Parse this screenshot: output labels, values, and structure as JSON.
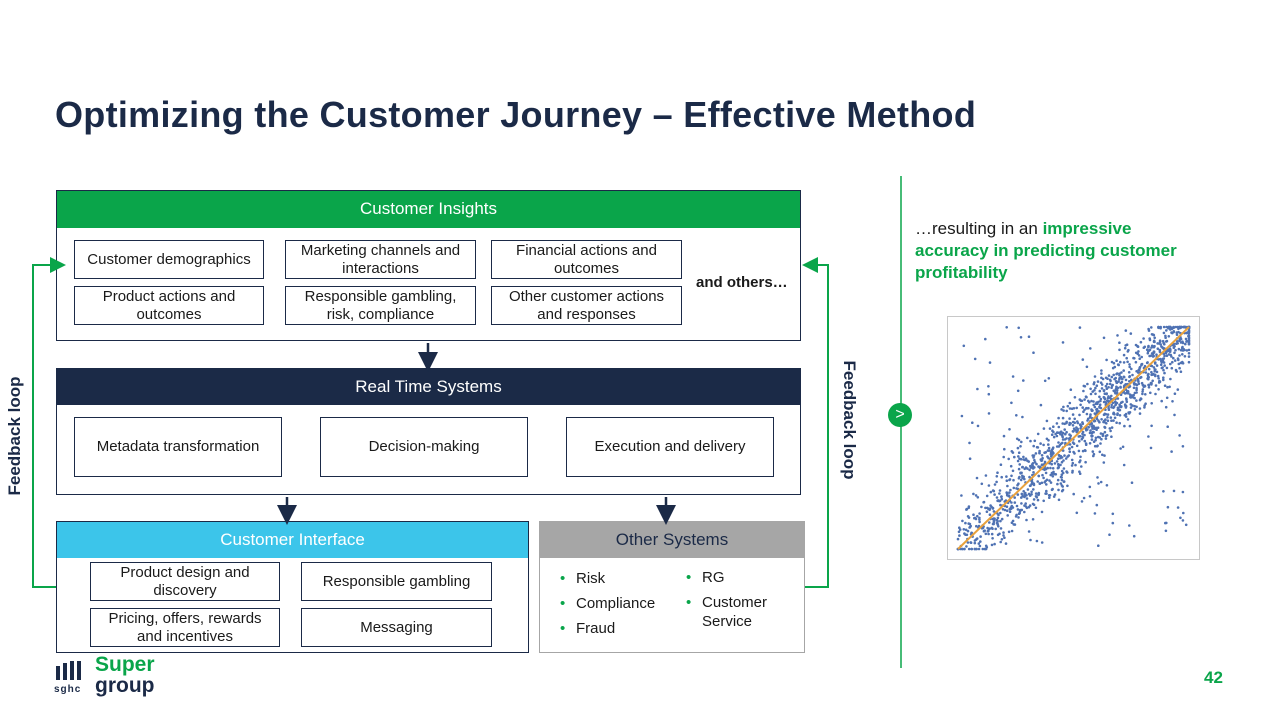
{
  "title": "Optimizing the Customer Journey – Effective Method",
  "insights": {
    "header": "Customer Insights",
    "items": [
      "Customer demographics",
      "Marketing channels and interactions",
      "Financial actions and outcomes",
      "Product actions and outcomes",
      "Responsible gambling, risk, compliance",
      "Other customer actions and responses"
    ],
    "others": "and others…"
  },
  "realtime": {
    "header": "Real Time Systems",
    "items": [
      "Metadata transformation",
      "Decision-making",
      "Execution and delivery"
    ]
  },
  "interface": {
    "header": "Customer Interface",
    "items": [
      "Product design and discovery",
      "Responsible gambling",
      "Pricing, offers, rewards and incentives",
      "Messaging"
    ]
  },
  "other_systems": {
    "header": "Other Systems",
    "col1": [
      "Risk",
      "Compliance",
      "Fraud"
    ],
    "col2": [
      "RG",
      "Customer Service"
    ]
  },
  "feedback_label": "Feedback loop",
  "result": {
    "prefix": "…resulting in an ",
    "highlight": "impressive accuracy in predicting customer profitability"
  },
  "chevron": ">",
  "logo": {
    "line1": "Super",
    "line2": "group",
    "mark": "sghc"
  },
  "page_number": "42",
  "colors": {
    "navy": "#1b2a47",
    "green": "#0aa54a",
    "cyan": "#3cc5ea",
    "gray": "#a6a6a6",
    "scatter_dot": "#4f72b3",
    "fit_line": "#e8a13c"
  }
}
